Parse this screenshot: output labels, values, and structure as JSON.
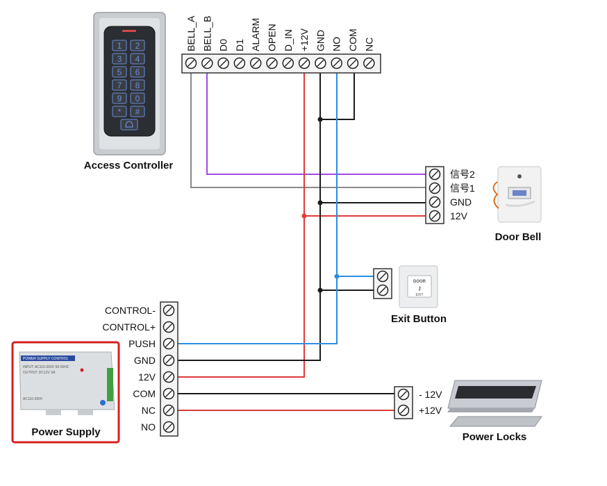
{
  "controller": {
    "title": "Access Controller",
    "terminals": [
      "BELL_A",
      "BELL_B",
      "D0",
      "D1",
      "ALARM",
      "OPEN",
      "D_IN",
      "+12V",
      "GND",
      "NO",
      "COM",
      "NC"
    ],
    "keys": [
      "1",
      "2",
      "3",
      "4",
      "5",
      "6",
      "7",
      "8",
      "9",
      "0",
      "*",
      "#"
    ]
  },
  "door_bell": {
    "title": "Door Bell",
    "terminals": [
      "信号2",
      "信号1",
      "GND",
      "12V"
    ]
  },
  "exit_button": {
    "title": "Exit Button",
    "face_top": "DOOR",
    "face_bottom": "EXIT"
  },
  "power_supply": {
    "title": "Power Supply",
    "terminals": [
      "CONTROL-",
      "CONTROL+",
      "PUSH",
      "GND",
      "12V",
      "COM",
      "NC",
      "NO"
    ],
    "label_plate": "POWER SUPPLY CONTROL",
    "label_input": "INPUT: AC110-260V 50-60HZ",
    "label_output": "OUTPUT: DC12V 3A",
    "label_model": "AC110-260V"
  },
  "power_locks": {
    "title": "Power Locks",
    "terminals": [
      "- 12V",
      "+12V"
    ]
  },
  "colors": {
    "red": "#e03a3a",
    "purple": "#a04be0",
    "blue": "#2a8ee0",
    "black": "#1a1a1a",
    "gray": "#8a8a8a",
    "highlight": "#d42020"
  }
}
